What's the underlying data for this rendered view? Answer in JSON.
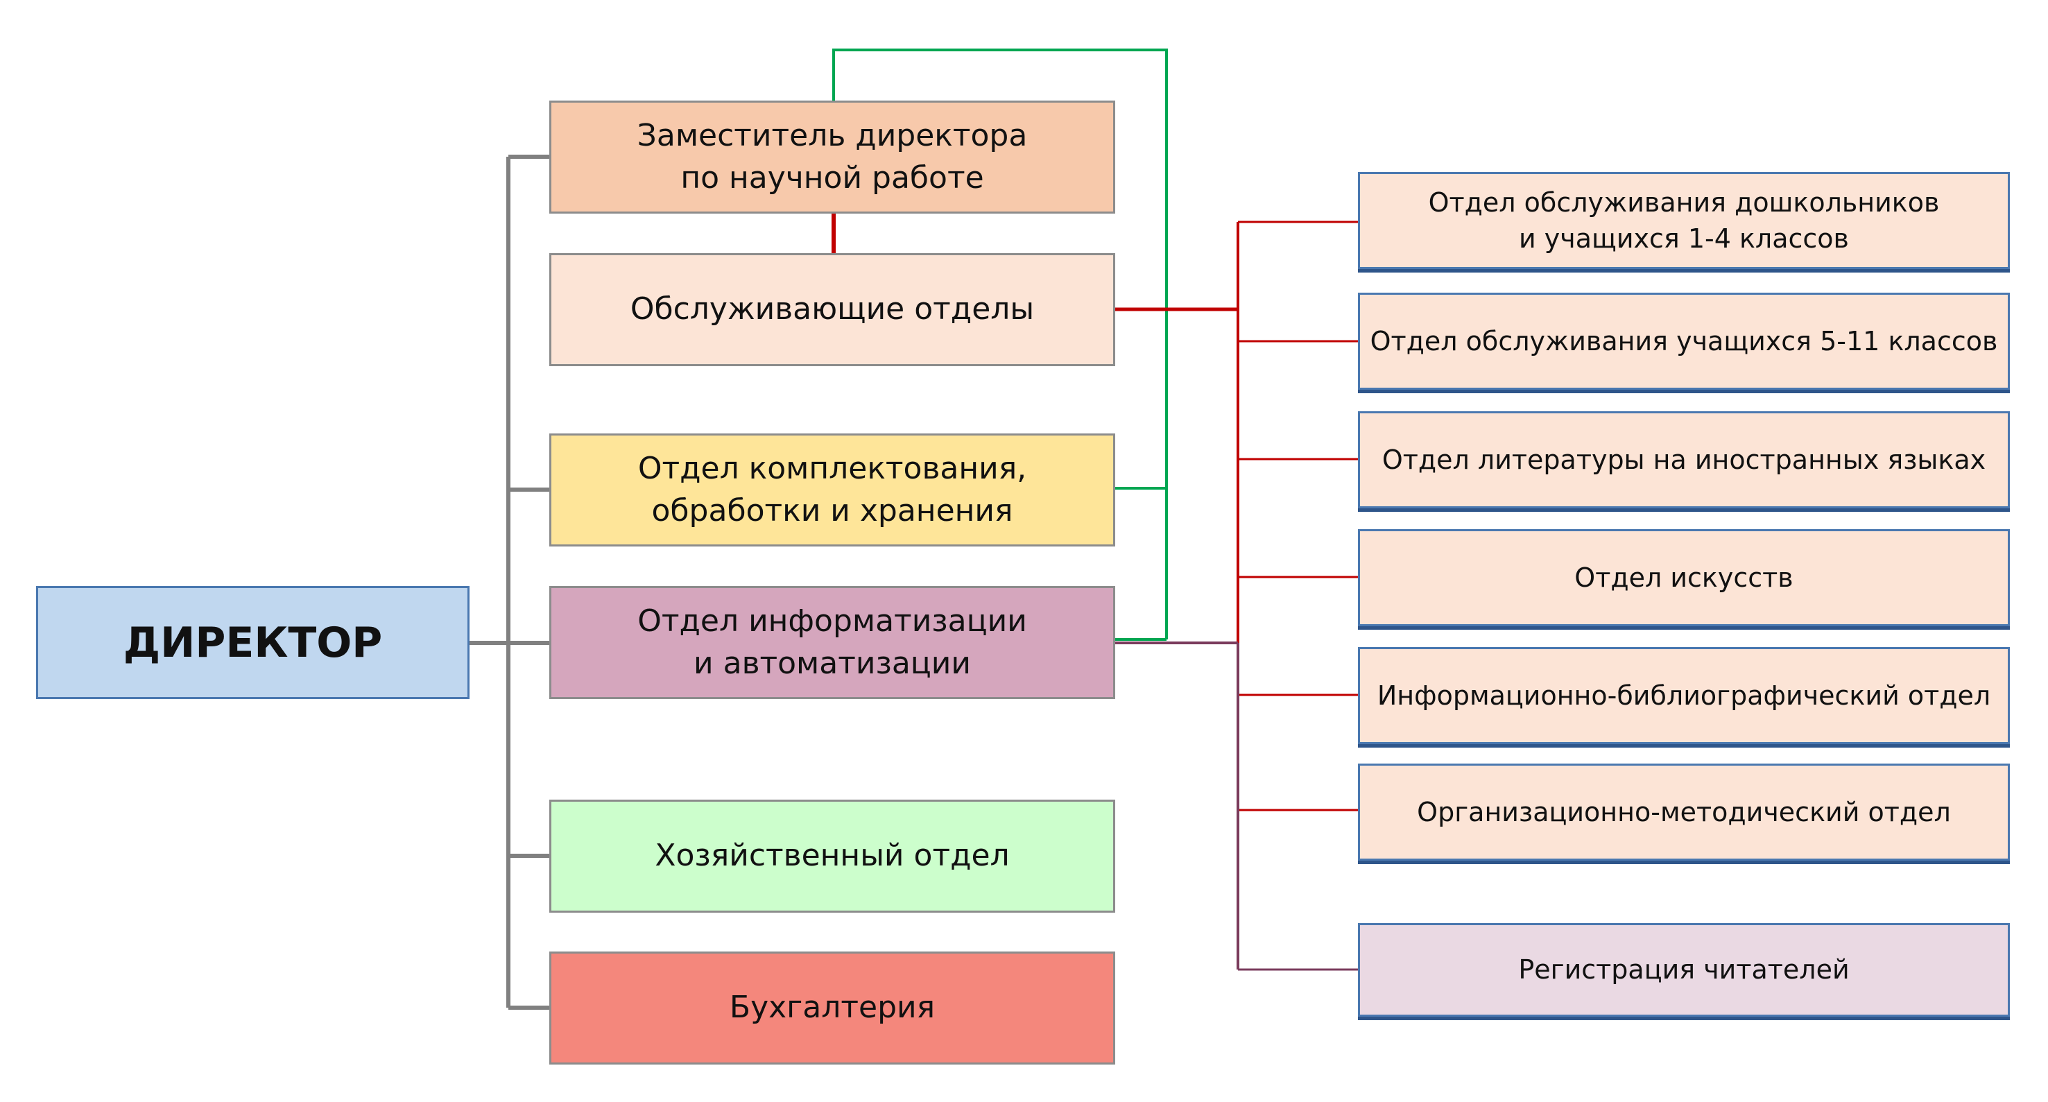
{
  "director": {
    "label": "ДИРЕКТОР",
    "color": "#c0d7ef"
  },
  "departments": [
    {
      "id": "deputy",
      "label": "Заместитель директора\nпо научной работе",
      "color": "#f7c9ab"
    },
    {
      "id": "service",
      "label": "Обслуживающие отделы",
      "color": "#fce4d6"
    },
    {
      "id": "acquisition",
      "label": "Отдел комплектования,\nобработки и хранения",
      "color": "#fee599"
    },
    {
      "id": "it",
      "label": "Отдел информатизации\nи автоматизации",
      "color": "#d5a6bd"
    },
    {
      "id": "household",
      "label": "Хозяйственный отдел",
      "color": "#ccfecc"
    },
    {
      "id": "accounting",
      "label": "Бухгалтерия",
      "color": "#f4877c"
    }
  ],
  "service_units": [
    {
      "id": "preschool",
      "label": "Отдел обслуживания дошкольников\nи учащихся 1-4 классов",
      "color": "#fce4d6"
    },
    {
      "id": "grades511",
      "label": "Отдел обслуживания учащихся 5-11 классов",
      "color": "#fce4d6"
    },
    {
      "id": "foreign",
      "label": "Отдел литературы на иностранных языках",
      "color": "#fce4d6"
    },
    {
      "id": "arts",
      "label": "Отдел искусств",
      "color": "#fce4d6"
    },
    {
      "id": "infobib",
      "label": "Информационно-библиографический отдел",
      "color": "#fce4d6"
    },
    {
      "id": "method",
      "label": "Организационно-методический отдел",
      "color": "#fce4d6"
    }
  ],
  "registration": {
    "label": "Регистрация читателей",
    "color": "#ead9e3"
  },
  "line_colors": {
    "director": "#808080",
    "service": "#c00000",
    "deputy": "#00a651",
    "it": "#7a3b5c"
  }
}
